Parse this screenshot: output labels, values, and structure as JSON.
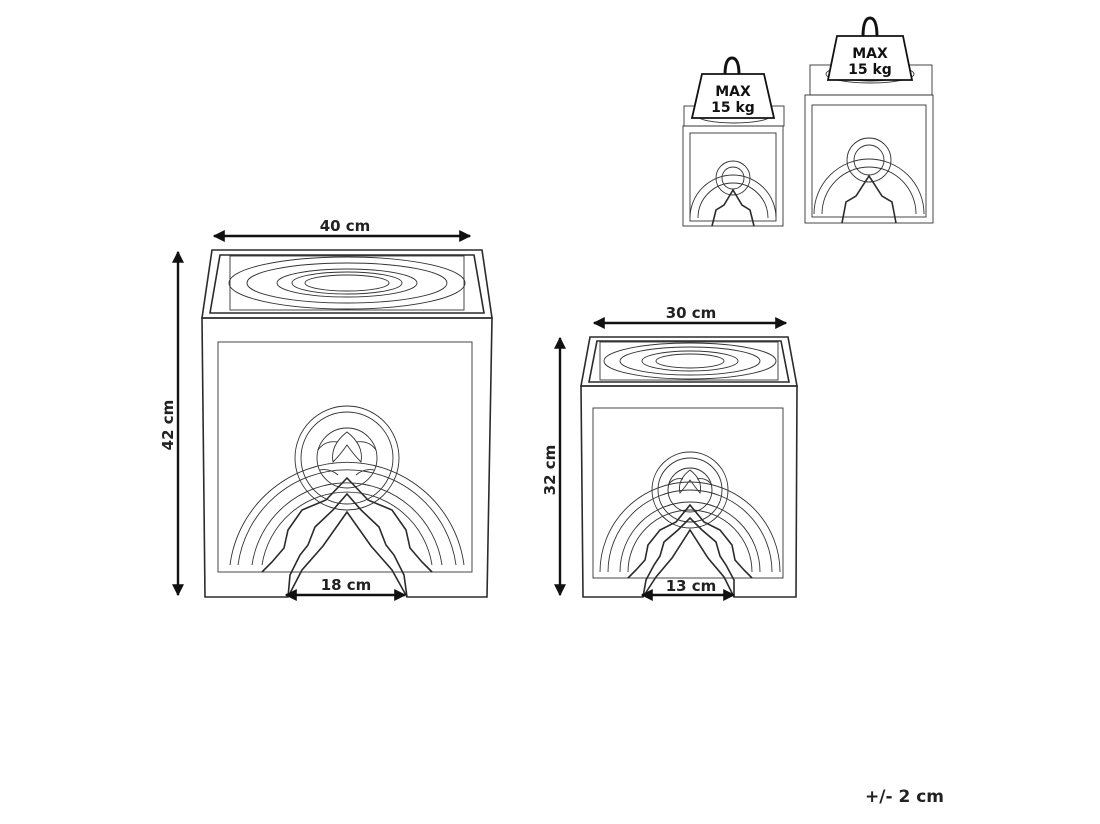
{
  "large_table": {
    "width_label": "40 cm",
    "height_label": "42 cm",
    "opening_label": "18 cm"
  },
  "small_table": {
    "width_label": "30 cm",
    "height_label": "32 cm",
    "opening_label": "13 cm"
  },
  "load_small": {
    "line1": "MAX",
    "line2": "15 kg"
  },
  "load_large": {
    "line1": "MAX",
    "line2": "15 kg"
  },
  "tolerance": "+/- 2 cm"
}
